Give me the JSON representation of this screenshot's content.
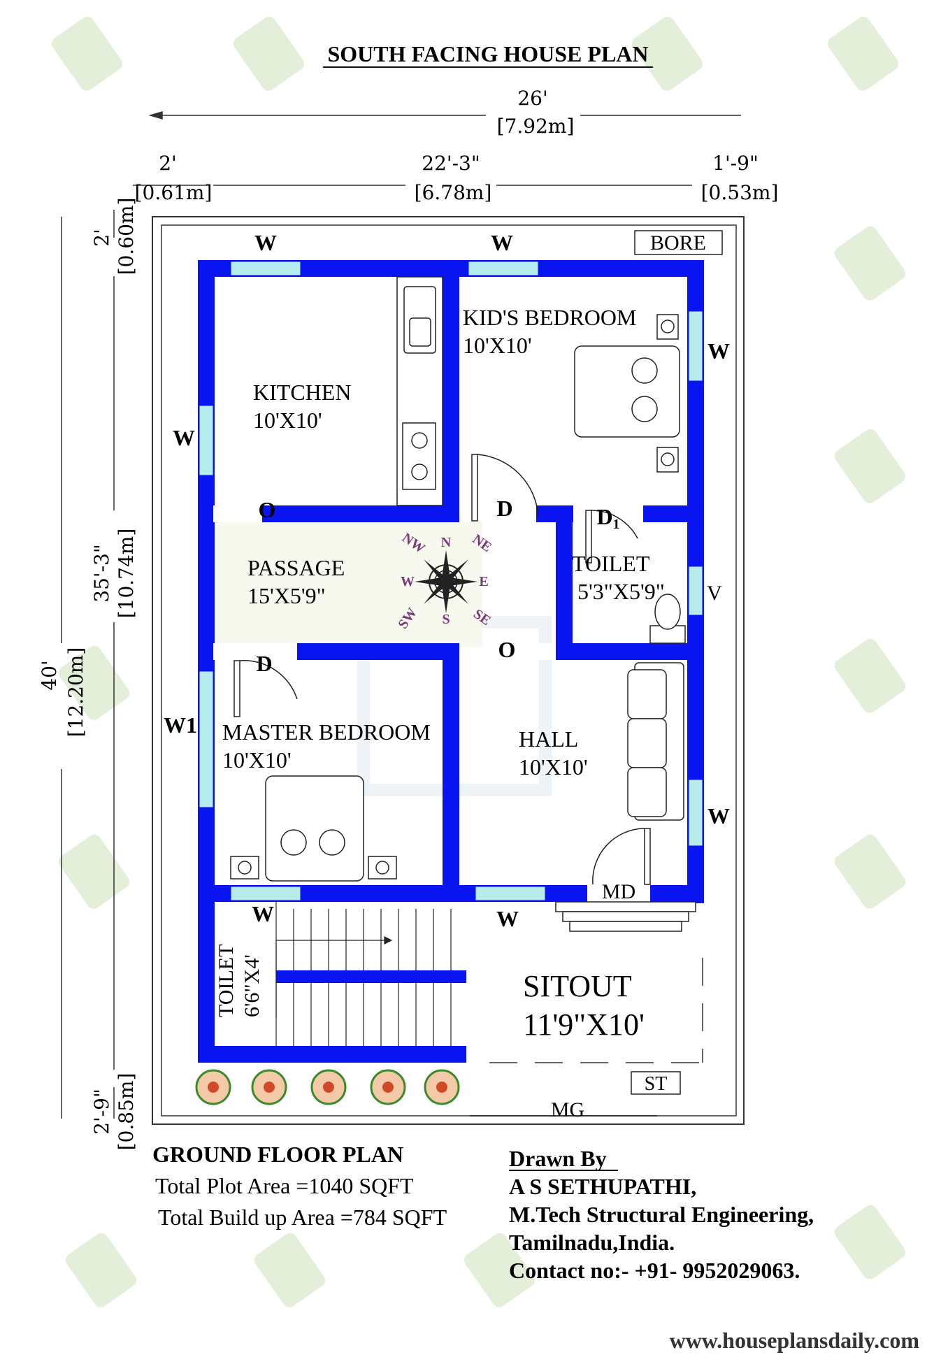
{
  "title": "SOUTH FACING HOUSE PLAN",
  "dimensions": {
    "overall_width": "26'",
    "overall_width_m": "[7.92m]",
    "left_margin": "2'",
    "left_margin_m": "[0.61m]",
    "build_width": "22'-3\"",
    "build_width_m": "[6.78m]",
    "right_margin": "1'-9\"",
    "right_margin_m": "[0.53m]",
    "overall_depth": "40'",
    "overall_depth_m": "[12.20m]",
    "top_margin": "2'",
    "top_margin_m": "[0.60m]",
    "build_depth": "35'-3\"",
    "build_depth_m": "[10.74m]",
    "bottom_margin": "2'-9\"",
    "bottom_margin_m": "[0.85m]"
  },
  "rooms": {
    "kitchen": {
      "name": "KITCHEN",
      "size": "10'X10'"
    },
    "kids_bedroom": {
      "name": "KID'S BEDROOM",
      "size": "10'X10'"
    },
    "passage": {
      "name": "PASSAGE",
      "size": "15'X5'9\""
    },
    "toilet": {
      "name": "TOILET",
      "size": "5'3\"X5'9\""
    },
    "master_bedroom": {
      "name": "MASTER BEDROOM",
      "size": "10'X10'"
    },
    "hall": {
      "name": "HALL",
      "size": "10'X10'"
    },
    "toilet_small": {
      "name": "TOILET",
      "size": "6'6\"X4'"
    },
    "sitout": {
      "name": "SITOUT",
      "size": "11'9\"X10'"
    }
  },
  "labels": {
    "bore": "BORE",
    "window": "W",
    "window_w1": "W1",
    "ventilator": "V",
    "opening": "O",
    "door": "D",
    "door_d1": "D",
    "door_d1_sub": "1",
    "main_door": "MD",
    "main_gate": "MG",
    "septic_tank": "ST"
  },
  "compass": {
    "n": "N",
    "s": "S",
    "e": "E",
    "w": "W",
    "ne": "NE",
    "nw": "NW",
    "se": "SE",
    "sw": "SW"
  },
  "info": {
    "heading": "GROUND FLOOR PLAN",
    "plot_area": "Total Plot Area =1040 SQFT",
    "build_area": "Total Build up Area =784 SQFT"
  },
  "author": {
    "drawn_by": "Drawn By",
    "name": "A S SETHUPATHI,",
    "qualification": "M.Tech Structural Engineering,",
    "location": "Tamilnadu,India.",
    "contact": "Contact no:- +91- 9952029063."
  },
  "website": "www.houseplansdaily.com",
  "colors": {
    "wall": "#0a14f0",
    "window_glass": "#b6ecec",
    "accent_compass": "#7a3a7a",
    "watermark": "#e3efd9"
  }
}
